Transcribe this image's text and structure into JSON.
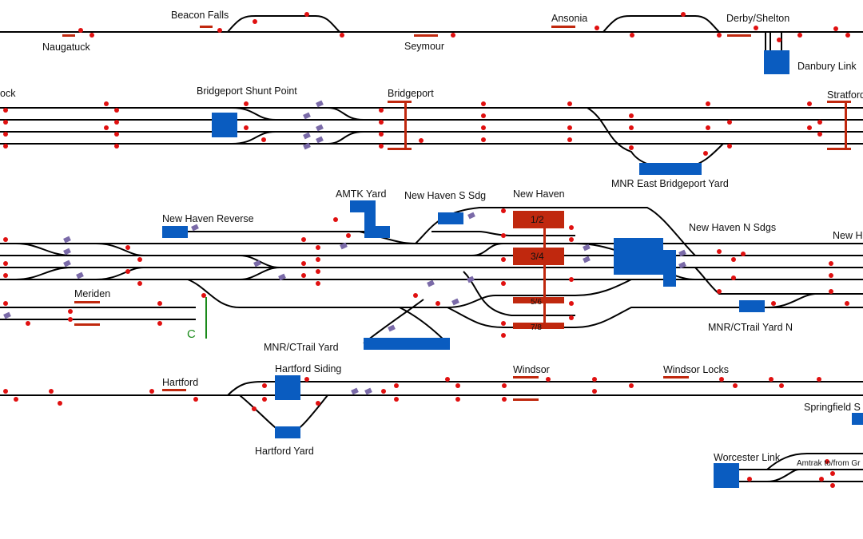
{
  "locations": {
    "beacon_falls": "Beacon Falls",
    "naugatuck": "Naugatuck",
    "seymour": "Seymour",
    "ansonia": "Ansonia",
    "derby_shelton": "Derby/Shelton",
    "danbury_link": "Danbury Link",
    "rock": "ock",
    "bridgeport_shunt_point": "Bridgeport Shunt Point",
    "bridgeport": "Bridgeport",
    "stratford": "Stratford",
    "mnr_east_bridgeport_yard": "MNR East Bridgeport Yard",
    "amtk_yard": "AMTK Yard",
    "new_haven_s_sdg": "New Haven S Sdg",
    "new_haven": "New Haven",
    "new_haven_reverse": "New Haven Reverse",
    "new_haven_n_sdgs": "New Haven N Sdgs",
    "new_h": "New H",
    "meriden": "Meriden",
    "c_marker": "C",
    "mnr_ctrail_yard": "MNR/CTrail Yard",
    "mnr_ctrail_yard_n": "MNR/CTrail Yard N",
    "hartford": "Hartford",
    "hartford_siding": "Hartford Siding",
    "hartford_yard": "Hartford Yard",
    "windsor": "Windsor",
    "windsor_locks": "Windsor Locks",
    "springfield": "Springfield S",
    "worcester_link": "Worcester Link",
    "amtrak_to_from": "Amtrak to/from Gr"
  },
  "platforms": {
    "p1": "1/2",
    "p2": "3/4",
    "p3": "5/6",
    "p4": "7/8"
  },
  "colors": {
    "track": "#000000",
    "platform": "#c0280e",
    "blue_block": "#0a5cc0",
    "signal": "#e01010",
    "points": "#7a6aa8",
    "marker_green": "#1a8a1a"
  }
}
